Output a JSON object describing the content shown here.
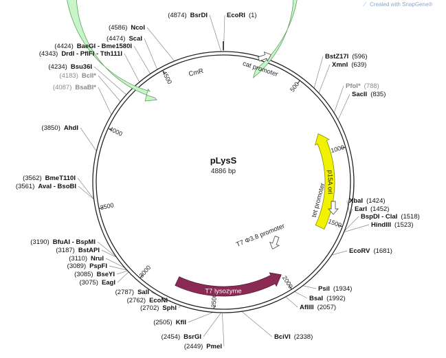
{
  "watermark": "Created with SnapGene®",
  "plasmid": {
    "name": "pLysS",
    "size": "4886 bp"
  },
  "ticks": [
    "500",
    "1000",
    "1500",
    "2000",
    "2500",
    "3000",
    "3500",
    "4000",
    "4500"
  ],
  "features": [
    {
      "name": "CmR",
      "color": "#c8f5c8",
      "stroke": "#5aa05a",
      "text_color": "#222222"
    },
    {
      "name": "p15A ori",
      "color": "#f2f200",
      "stroke": "#8a8a00",
      "text_color": "#222222"
    },
    {
      "name": "T7 lysozyme",
      "color": "#8b2a55",
      "stroke": "#5a1a37",
      "text_color": "#ffffff"
    }
  ],
  "promoters": [
    "cat promoter",
    "tet promoter",
    "T7 Φ3.8 promoter"
  ],
  "sites": [
    {
      "name": "EcoRI",
      "pos": "(1)"
    },
    {
      "name": "BstZ17I",
      "pos": "(596)"
    },
    {
      "name": "XmnI",
      "pos": "(639)"
    },
    {
      "name": "PfoI*",
      "pos": "(788)",
      "grey": true
    },
    {
      "name": "SacII",
      "pos": "(835)"
    },
    {
      "name": "XbaI",
      "pos": "(1424)"
    },
    {
      "name": "EarI",
      "pos": "(1452)"
    },
    {
      "name": "BspDI - ClaI",
      "pos": "(1518)"
    },
    {
      "name": "HindIII",
      "pos": "(1523)"
    },
    {
      "name": "EcoRV",
      "pos": "(1681)"
    },
    {
      "name": "PsiI",
      "pos": "(1934)"
    },
    {
      "name": "BsaI",
      "pos": "(1992)"
    },
    {
      "name": "AflIII",
      "pos": "(2057)"
    },
    {
      "name": "BciVI",
      "pos": "(2338)"
    },
    {
      "name": "PmeI",
      "pos": "(2449)"
    },
    {
      "name": "BsrGI",
      "pos": "(2454)"
    },
    {
      "name": "KflI",
      "pos": "(2505)"
    },
    {
      "name": "SphI",
      "pos": "(2702)"
    },
    {
      "name": "EcoNI",
      "pos": "(2762)"
    },
    {
      "name": "SalI",
      "pos": "(2787)"
    },
    {
      "name": "EagI",
      "pos": "(3075)"
    },
    {
      "name": "BseYI",
      "pos": "(3085)"
    },
    {
      "name": "PspFI",
      "pos": "(3089)"
    },
    {
      "name": "NruI",
      "pos": "(3110)"
    },
    {
      "name": "BstAPI",
      "pos": "(3187)"
    },
    {
      "name": "BfuAI - BspMI",
      "pos": "(3190)"
    },
    {
      "name": "AvaI - BsoBI",
      "pos": "(3561)"
    },
    {
      "name": "BmeT110I",
      "pos": "(3562)"
    },
    {
      "name": "AhdI",
      "pos": "(3850)"
    },
    {
      "name": "BsaBI*",
      "pos": "(4087)",
      "grey": true
    },
    {
      "name": "BclI*",
      "pos": "(4183)",
      "grey": true
    },
    {
      "name": "Bsu36I",
      "pos": "(4234)"
    },
    {
      "name": "DrdI - PflFI - Tth111I",
      "pos": "(4343)"
    },
    {
      "name": "BaeGI - Bme1580I",
      "pos": "(4424)"
    },
    {
      "name": "ScaI",
      "pos": "(4474)"
    },
    {
      "name": "NcoI",
      "pos": "(4586)"
    },
    {
      "name": "BsrDI",
      "pos": "(4874)"
    }
  ]
}
